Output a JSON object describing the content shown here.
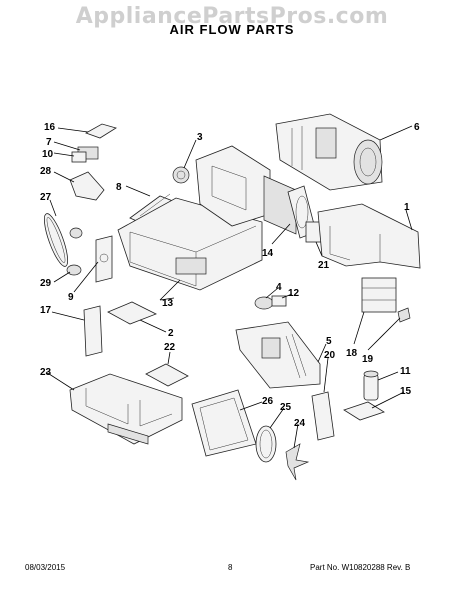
{
  "watermark": "AppliancePartsPros.com",
  "title": "AIR FLOW PARTS",
  "footer": {
    "date": "08/03/2015",
    "page": "8",
    "part_number": "Part No. W10820288  Rev. B"
  },
  "callouts": [
    "16",
    "7",
    "10",
    "28",
    "27",
    "29",
    "9",
    "17",
    "3",
    "8",
    "13",
    "2",
    "22",
    "23",
    "6",
    "1",
    "14",
    "21",
    "4",
    "12",
    "5",
    "20",
    "18",
    "19",
    "11",
    "15",
    "26",
    "25",
    "24"
  ]
}
